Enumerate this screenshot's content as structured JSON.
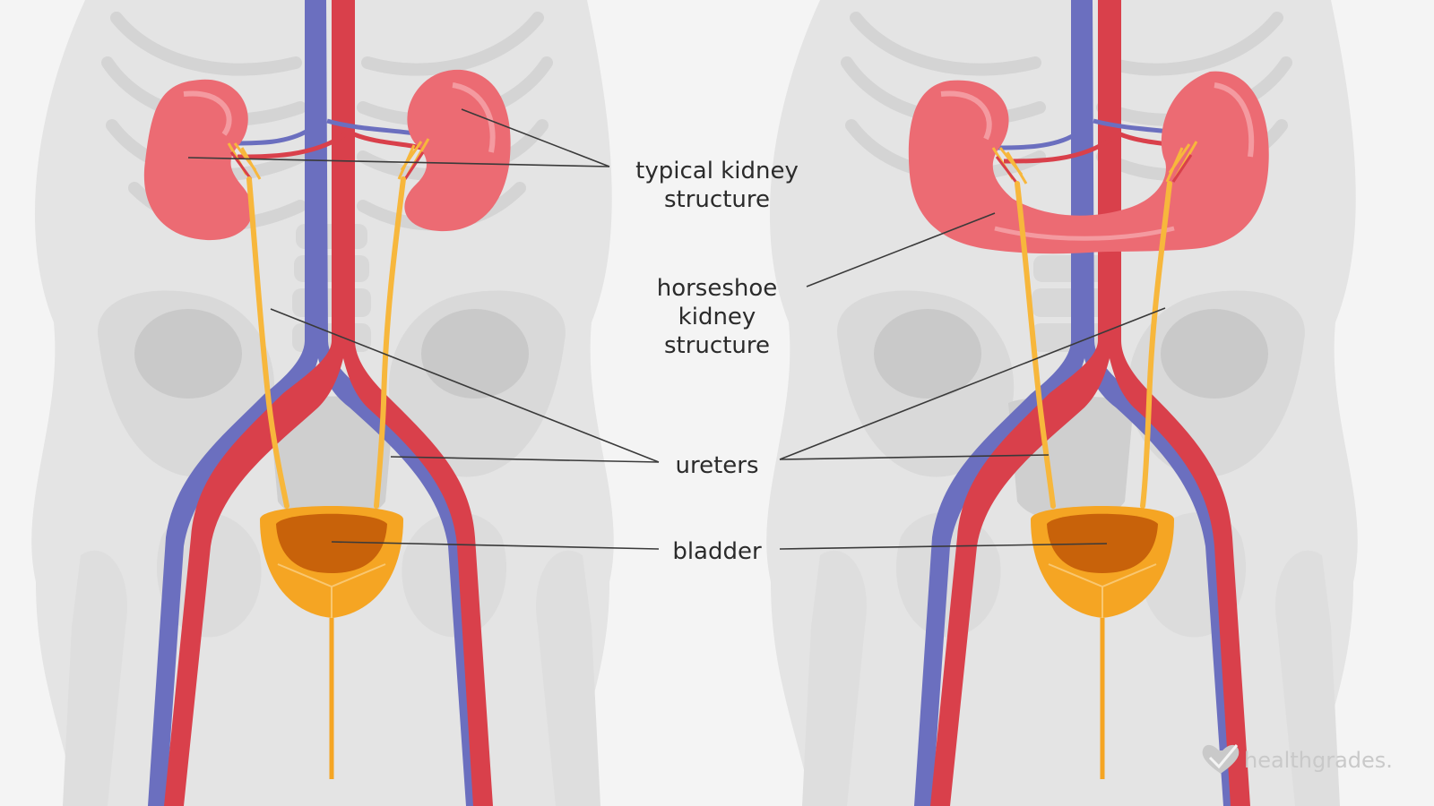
{
  "labels": {
    "typical_line1": "typical kidney",
    "typical_line2": "structure",
    "horseshoe_line1": "horseshoe",
    "horseshoe_line2": "kidney",
    "horseshoe_line3": "structure",
    "ureters": "ureters",
    "bladder": "bladder"
  },
  "logo": {
    "text": "healthgrades."
  },
  "colors": {
    "background": "#f4f4f4",
    "skeleton": "#e2e2e2",
    "bone_shadow": "#cfcfcf",
    "vein": "#6b6fbf",
    "artery": "#d9404b",
    "kidney": "#ec6b73",
    "kidney_highlight": "#f49aa0",
    "ureter": "#f7b73c",
    "bladder": "#f5a523",
    "bladder_inner": "#c8620a",
    "leader_line": "#3a3a3a"
  }
}
